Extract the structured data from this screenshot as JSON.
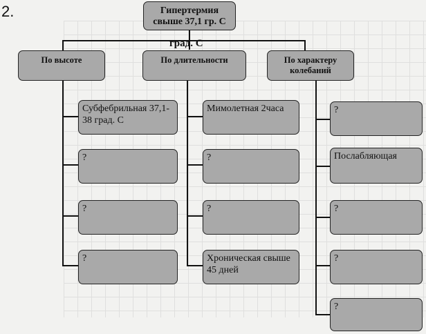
{
  "number_label": "2.",
  "root": {
    "line1": "Гипертермия",
    "line2": "свыше 37,1 гр. С"
  },
  "stray_text": "град. С",
  "categories": [
    {
      "title": "По высоте",
      "items": [
        "Субфебрильная 37,1-38  град. С",
        "?",
        "?",
        "?"
      ]
    },
    {
      "title": "По длительности",
      "items": [
        "Мимолетная 2часа",
        "?",
        "?",
        "Хроническая свыше 45 дней"
      ]
    },
    {
      "title_line1": "По характеру",
      "title_line2": "колебаний",
      "items": [
        "?",
        "Послабляющая",
        "?",
        "?",
        "?"
      ]
    }
  ]
}
